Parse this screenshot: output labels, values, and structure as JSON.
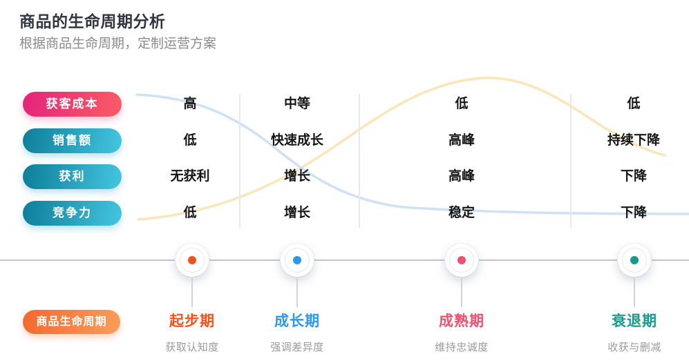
{
  "header": {
    "title": "商品的生命周期分析",
    "subtitle": "根据商品生命周期，定制运营方案"
  },
  "matrix": {
    "rows": [
      {
        "label": "获客成本",
        "values": [
          "高",
          "中等",
          "低",
          "低"
        ]
      },
      {
        "label": "销售额",
        "values": [
          "低",
          "快速成长",
          "高峰",
          "持续下降"
        ]
      },
      {
        "label": "获利",
        "values": [
          "无获利",
          "增长",
          "高峰",
          "下降"
        ]
      },
      {
        "label": "竞争力",
        "values": [
          "低",
          "增长",
          "稳定",
          "下降"
        ]
      }
    ]
  },
  "timeline": {
    "label": "商品生命周期",
    "stages": [
      {
        "name": "起步期",
        "desc": "获取认知度"
      },
      {
        "name": "成长期",
        "desc": "强调差异度"
      },
      {
        "name": "成熟期",
        "desc": "维持忠诚度"
      },
      {
        "name": "衰退期",
        "desc": "收获与删减"
      }
    ]
  },
  "colors": {
    "stage1": "#f4521d",
    "stage2": "#2b97f1",
    "stage3": "#f0506e",
    "stage4": "#169b8b",
    "pill-pink-l": "#e5237c",
    "pill-pink-r": "#f95d64",
    "pill-teal-l": "#0d7e99",
    "pill-teal-r": "#45c5e0",
    "pill-orange-l": "#f2692f",
    "pill-orange-r": "#fa9d5b",
    "curve-blue": "#d0e0f5",
    "curve-yellow": "#fce5b8",
    "text-dark": "#303642",
    "text-gray": "#8a8a8a"
  }
}
